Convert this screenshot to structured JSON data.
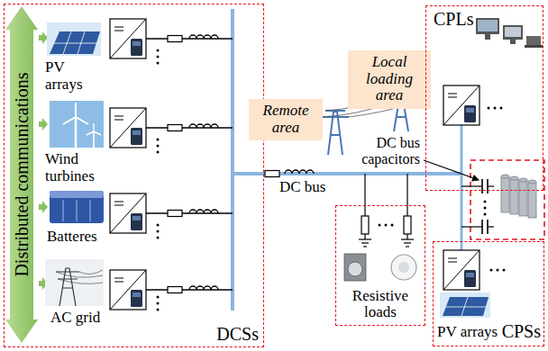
{
  "diagram": {
    "nodes": [
      {
        "text": [
          "DCSs"
        ]
      },
      {
        "text": [
          "Distributed communications"
        ],
        "in": 0
      },
      {
        "text": [
          "Remote area"
        ]
      },
      {
        "text": [
          "Local loading area"
        ]
      },
      {
        "text": [
          "CPLs"
        ]
      },
      {
        "text": [
          "Resistive loads"
        ]
      },
      {
        "text": [
          "PV arrays",
          "CPSs"
        ]
      }
    ],
    "labels": [
      "PV arrays",
      "Wind turbines",
      "Batteres",
      "AC grid",
      "DC bus",
      "DC bus capacitors"
    ]
  }
}
